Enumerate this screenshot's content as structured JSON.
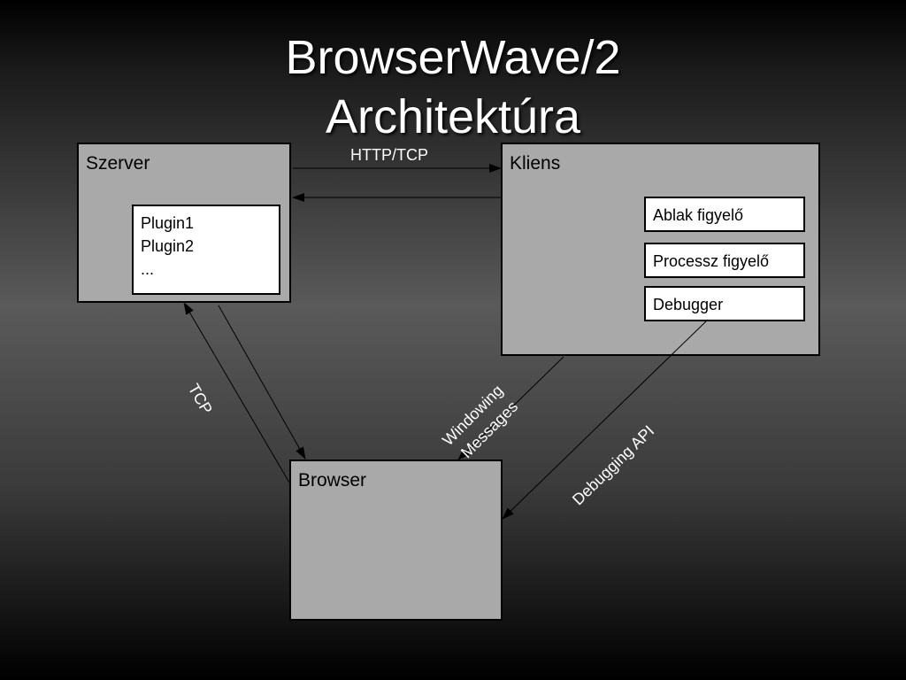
{
  "slide": {
    "title_line1": "BrowserWave/2",
    "title_line2": "Architektúra"
  },
  "szerver": {
    "label": "Szerver",
    "plugins": [
      "Plugin1",
      "Plugin2",
      "..."
    ]
  },
  "kliens": {
    "label": "Kliens",
    "components": [
      "Ablak figyelő",
      "Processz figyelő",
      "Debugger"
    ]
  },
  "browser": {
    "label": "Browser"
  },
  "connections": {
    "http_tcp": "HTTP/TCP",
    "tcp": "TCP",
    "windowing_line1": "Windowing",
    "windowing_line2": "Messages",
    "debugging_api": "Debugging API"
  }
}
